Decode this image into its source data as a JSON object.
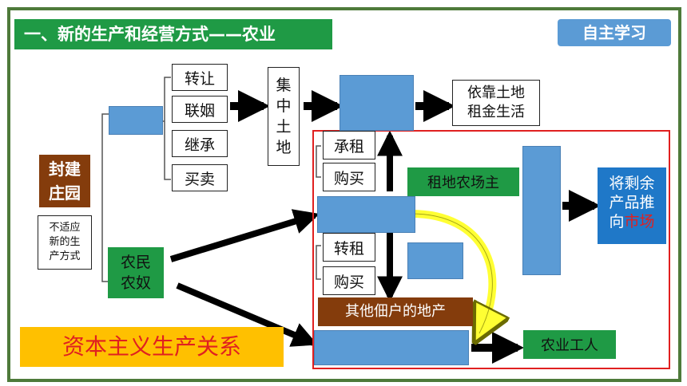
{
  "header": {
    "title": "一、新的生产和经营方式——农业",
    "badge": "自主学习"
  },
  "left": {
    "estate": "封建\n庄园",
    "note": "不适应\n新的生\n产方式",
    "peasants": "农民\n农奴"
  },
  "methods": [
    "转让",
    "联姻",
    "继承",
    "买卖"
  ],
  "concentrate": "集\n中\n土\n地",
  "rentier": "依靠土地\n租金生活",
  "upper_methods": [
    "承租",
    "购买"
  ],
  "lower_methods": [
    "转租",
    "购买"
  ],
  "farmer": "租地农场主",
  "tenant_land": "其他佃户的地产",
  "market": {
    "prefix": "将剩余\n产品推\n向",
    "highlight": "市场"
  },
  "worker": "农业工人",
  "caption": "资本主义生产关系",
  "colors": {
    "green": "#1f9a45",
    "blue": "#5b9bd5",
    "brown": "#843c0c",
    "red": "#e02020",
    "yellow": "#ffc000"
  }
}
